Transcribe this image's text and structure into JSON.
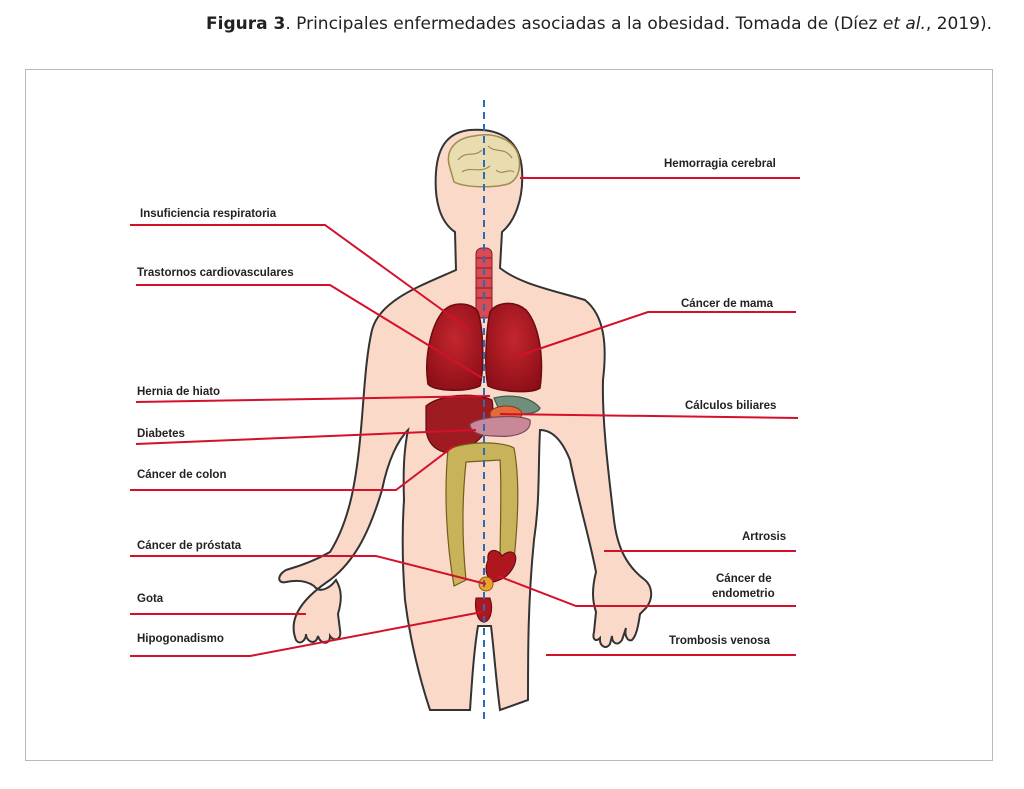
{
  "caption": {
    "figure": "Figura 3",
    "text1": ". Principales enfermedades asociadas a la obesidad. Tomada de (Díez ",
    "etal": "et al.",
    "text2": ", 2019)."
  },
  "labels_left": {
    "insuficiencia": "Insuficiencia respiratoria",
    "cardio": "Trastornos cardiovasculares",
    "hernia": "Hernia de hiato",
    "diabetes": "Diabetes",
    "colon": "Cáncer de colon",
    "prostata": "Cáncer de próstata",
    "gota": "Gota",
    "hipogonadismo": "Hipogonadismo"
  },
  "labels_right": {
    "hemorragia": "Hemorragia cerebral",
    "mama": "Cáncer de mama",
    "calculos": "Cálculos biliares",
    "artrosis": "Artrosis",
    "endometrio_1": "Cáncer de",
    "endometrio_2": "endometrio",
    "trombosis": "Trombosis venosa"
  },
  "colors": {
    "leader_line": "#d4102a",
    "skin": "#fbd9c9",
    "outline": "#333333",
    "organ_dark": "#a3101c",
    "midline": "#2a6db5"
  }
}
